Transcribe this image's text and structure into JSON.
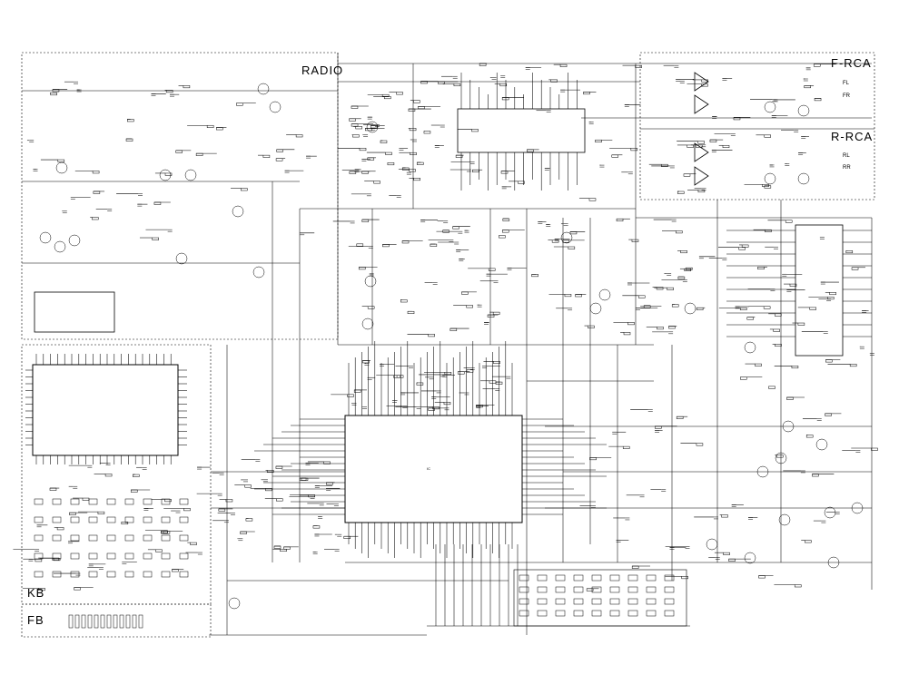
{
  "sections": {
    "radio": "RADIO",
    "front_rca": "F-RCA",
    "rear_rca": "R-RCA",
    "keyboard": "KB",
    "front_board": "FB"
  },
  "connectors": {
    "fl": "FL",
    "fr": "FR",
    "rl": "RL",
    "rr": "RR"
  }
}
